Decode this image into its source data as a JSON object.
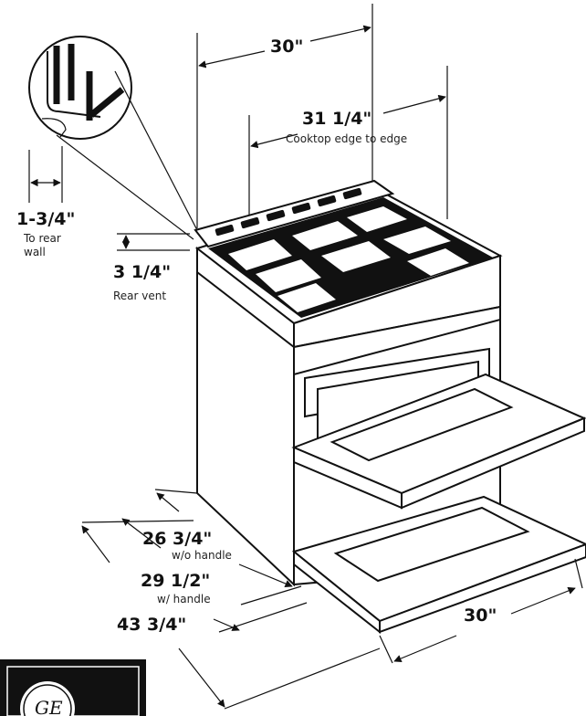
{
  "dimensions": {
    "width_top": "30\"",
    "cooktop": {
      "value": "31 1/4\"",
      "note": "Cooktop edge to edge"
    },
    "rear_wall": {
      "value": "1-3/4\"",
      "note_line1": "To rear",
      "note_line2": "wall"
    },
    "rear_vent": {
      "value": "3 1/4\"",
      "note": "Rear vent"
    },
    "depth_no_handle": {
      "value": "26 3/4\"",
      "note": "w/o handle"
    },
    "depth_handle": {
      "value": "29 1/2\"",
      "note": "w/ handle"
    },
    "depth_open": {
      "value": "43 3/4\""
    },
    "width_bottom": "30\""
  },
  "logo": {
    "text": "GE"
  }
}
